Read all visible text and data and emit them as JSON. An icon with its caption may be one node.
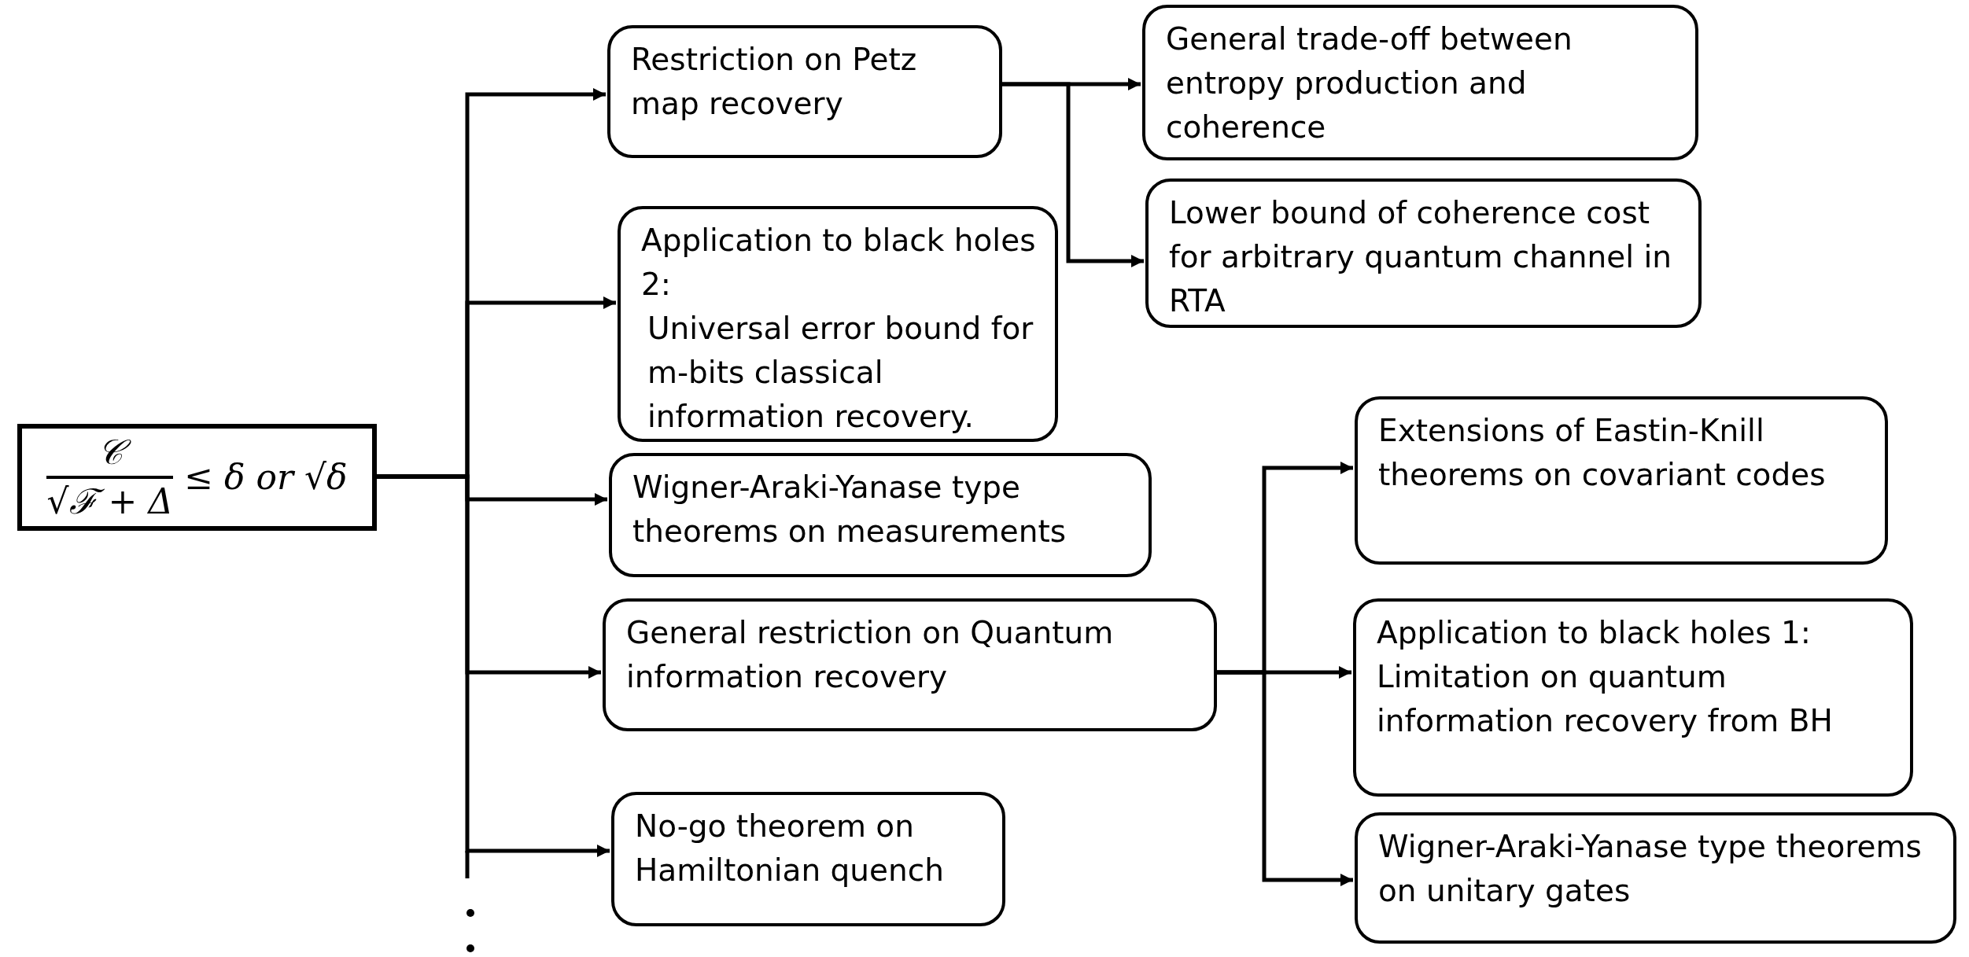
{
  "diagram": {
    "nodes": [
      {
        "text": [
          "𝒞",
          "√ℱ + Δ",
          "≤ δ or √δ"
        ]
      },
      {
        "text": [
          "Restriction on Petz map recovery"
        ]
      },
      {
        "text": [
          "Application to black holes 2:",
          "Universal error bound for m-bits classical information recovery."
        ]
      },
      {
        "text": [
          "Wigner-Araki-Yanase type theorems on measurements"
        ]
      },
      {
        "text": [
          "General restriction on Quantum information recovery"
        ]
      },
      {
        "text": [
          "No-go theorem on Hamiltonian quench"
        ]
      },
      {
        "text": [
          "General trade-off between entropy production and coherence"
        ]
      },
      {
        "text": [
          "Lower bound of coherence cost for arbitrary quantum channel in RTA"
        ]
      },
      {
        "text": [
          "Extensions of Eastin-Knill theorems on covariant codes"
        ]
      },
      {
        "text": [
          "Application to black holes 1: Limitation on quantum information recovery from BH"
        ]
      },
      {
        "text": [
          "Wigner-Araki-Yanase type theorems on unitary gates"
        ]
      }
    ],
    "edges": [
      {
        "from": 0,
        "to": 1,
        "arrow": "to"
      },
      {
        "from": 0,
        "to": 2,
        "arrow": "to"
      },
      {
        "from": 0,
        "to": 3,
        "arrow": "to"
      },
      {
        "from": 0,
        "to": 4,
        "arrow": "to"
      },
      {
        "from": 0,
        "to": 5,
        "arrow": "to"
      },
      {
        "from": 1,
        "to": 6,
        "arrow": "to"
      },
      {
        "from": 1,
        "to": 7,
        "arrow": "to"
      },
      {
        "from": 4,
        "to": 8,
        "arrow": "to"
      },
      {
        "from": 4,
        "to": 9,
        "arrow": "to"
      },
      {
        "from": 4,
        "to": 10,
        "arrow": "to"
      }
    ]
  }
}
